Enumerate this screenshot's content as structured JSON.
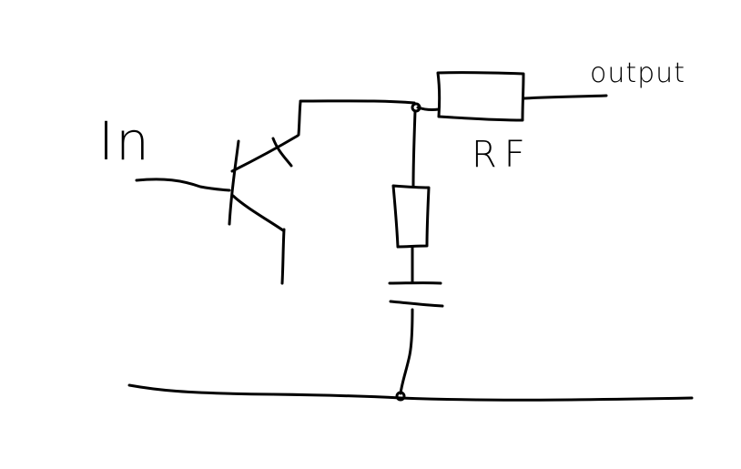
{
  "labels": {
    "input": "In",
    "feedback_resistor": "RF",
    "output": "output"
  },
  "colors": {
    "ink": "#000000",
    "paper": "#ffffff"
  }
}
